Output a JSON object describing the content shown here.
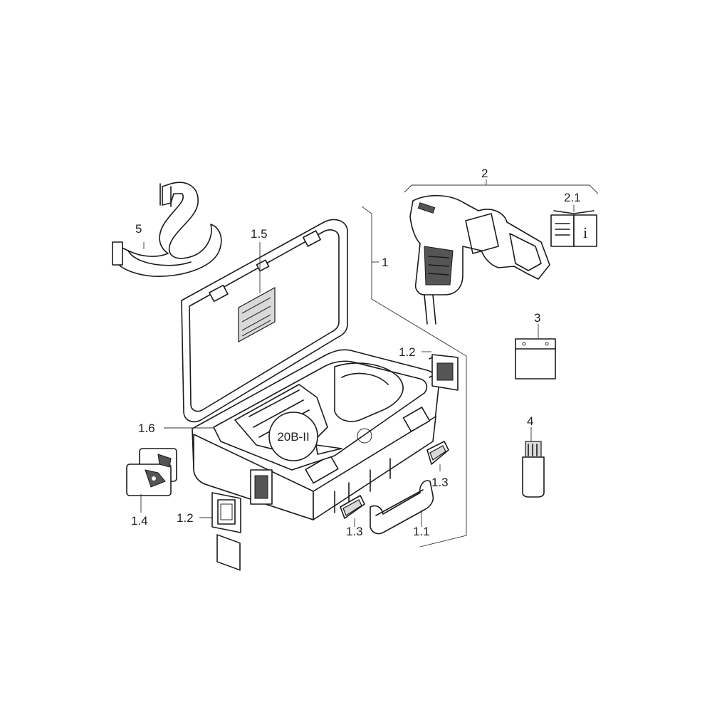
{
  "labels": {
    "case": "1",
    "handle": "1.1",
    "holder_right": "1.2",
    "holder_left": "1.2",
    "latch_right": "1.3",
    "latch_left": "1.3",
    "jaws": "1.4",
    "lid_sticker": "1.5",
    "insert": "1.6",
    "press_tool": "2",
    "manual": "2.1",
    "label_card": "3",
    "bottle": "4",
    "strap": "5"
  },
  "badge_text": "20B-II",
  "manual_icon_glyph": "i"
}
